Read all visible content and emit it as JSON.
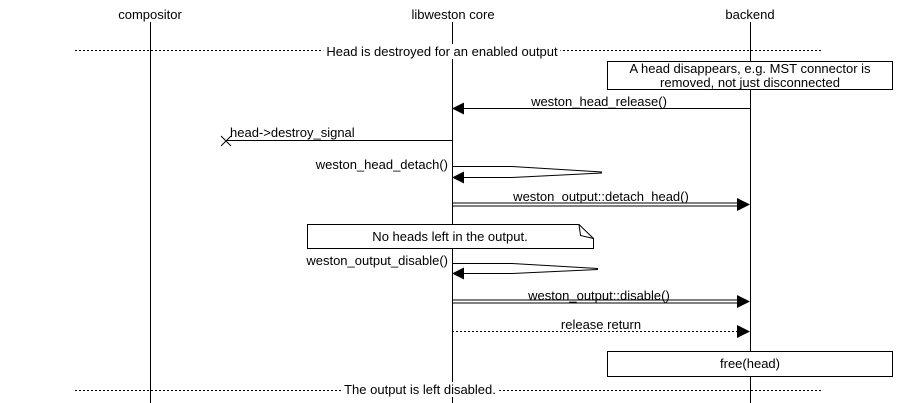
{
  "diagram_type": "uml-sequence-diagram",
  "colors": {
    "stroke": "#000000",
    "background": "#ffffff",
    "text": "#000000"
  },
  "actors": {
    "compositor": {
      "label": "compositor"
    },
    "libweston": {
      "label": "libweston core"
    },
    "backend": {
      "label": "backend"
    }
  },
  "dividers": {
    "top": {
      "text": "Head is destroyed for an enabled output"
    },
    "bottom": {
      "text": "The output is left disabled."
    }
  },
  "notes": {
    "head_disappears": {
      "text": "A head disappears, e.g. MST connector is removed, not just disconnected",
      "shape": "rectangle"
    },
    "no_heads": {
      "text": "No heads left in the output.",
      "shape": "folded-note"
    },
    "free_head": {
      "text": "free(head)",
      "shape": "rectangle"
    }
  },
  "messages": {
    "head_release": {
      "label": "weston_head_release()",
      "from": "backend",
      "to": "libweston core",
      "line": "solid",
      "arrow": "filled-left"
    },
    "destroy_signal": {
      "label": "head->destroy_signal",
      "from": "libweston core",
      "to": "lost (x)",
      "line": "solid",
      "arrow": "cross"
    },
    "head_detach": {
      "label": "weston_head_detach()",
      "from": "libweston core",
      "to": "libweston core",
      "line": "self-call",
      "arrow": "filled-left"
    },
    "detach_head": {
      "label": "weston_output::detach_head()",
      "from": "libweston core",
      "to": "backend",
      "line": "double",
      "arrow": "filled-right"
    },
    "output_disable": {
      "label": "weston_output_disable()",
      "from": "libweston core",
      "to": "libweston core",
      "line": "self-call",
      "arrow": "filled-left"
    },
    "disable": {
      "label": "weston_output::disable()",
      "from": "libweston core",
      "to": "backend",
      "line": "double",
      "arrow": "filled-right"
    },
    "release_return": {
      "label": "release return",
      "from": "libweston core",
      "to": "backend",
      "line": "dotted",
      "arrow": "filled-right"
    }
  }
}
